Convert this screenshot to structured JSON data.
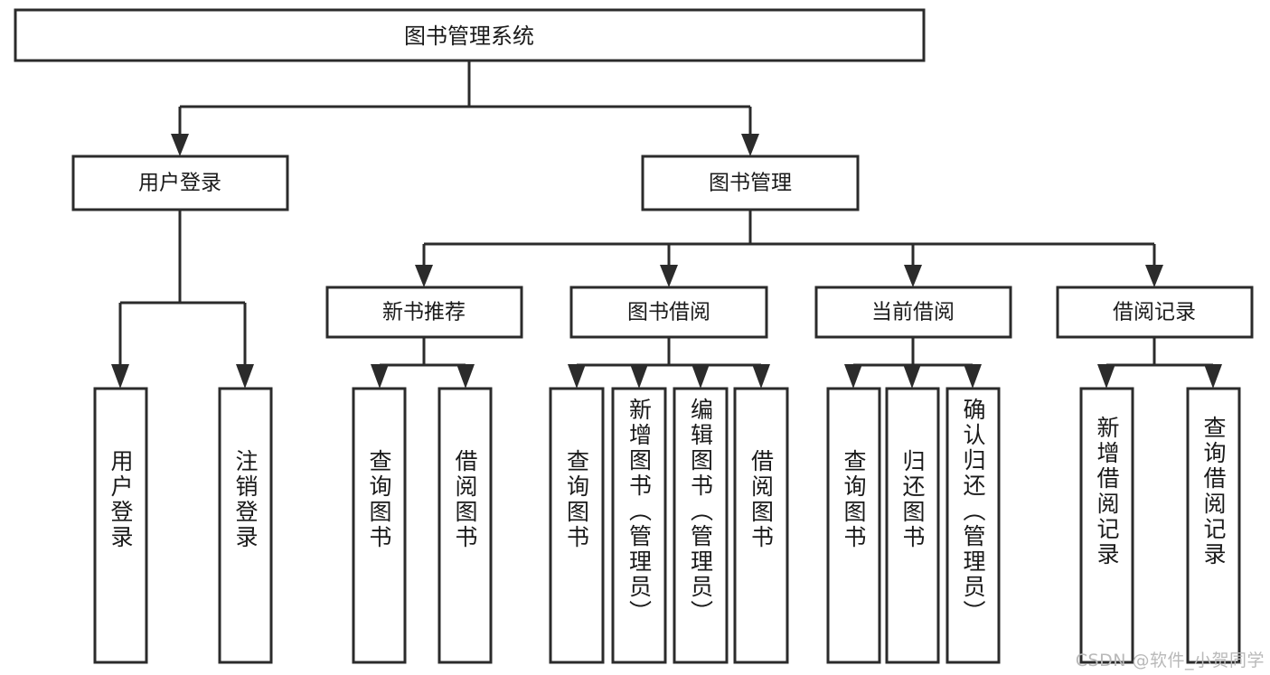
{
  "diagram": {
    "type": "tree-hierarchy",
    "title": "图书管理系统",
    "orientation": "top-down",
    "colors": {
      "stroke": "#2b2b2b",
      "box_fill": "#ffffff",
      "text": "#1a1a1a",
      "background": "#ffffff",
      "watermark": "#b9b9b9"
    },
    "root": {
      "label": "图书管理系统"
    },
    "level1": [
      {
        "label": "用户登录"
      },
      {
        "label": "图书管理"
      }
    ],
    "level2": [
      {
        "label": "新书推荐"
      },
      {
        "label": "图书借阅"
      },
      {
        "label": "当前借阅"
      },
      {
        "label": "借阅记录"
      }
    ],
    "leaves": {
      "user_login": [
        {
          "label": "用户登录"
        },
        {
          "label": "注销登录"
        }
      ],
      "new_book_recommend": [
        {
          "label": "查询图书"
        },
        {
          "label": "借阅图书"
        }
      ],
      "book_borrow": [
        {
          "label": "查询图书"
        },
        {
          "label": "新增图书（管理员）"
        },
        {
          "label": "编辑图书（管理员）"
        },
        {
          "label": "借阅图书"
        }
      ],
      "current_borrow": [
        {
          "label": "查询图书"
        },
        {
          "label": "归还图书"
        },
        {
          "label": "确认归还（管理员）"
        }
      ],
      "borrow_record": [
        {
          "label": "新增借阅记录"
        },
        {
          "label": "查询借阅记录"
        }
      ]
    }
  },
  "watermark": {
    "text": "CSDN @软件_小贺同学"
  }
}
